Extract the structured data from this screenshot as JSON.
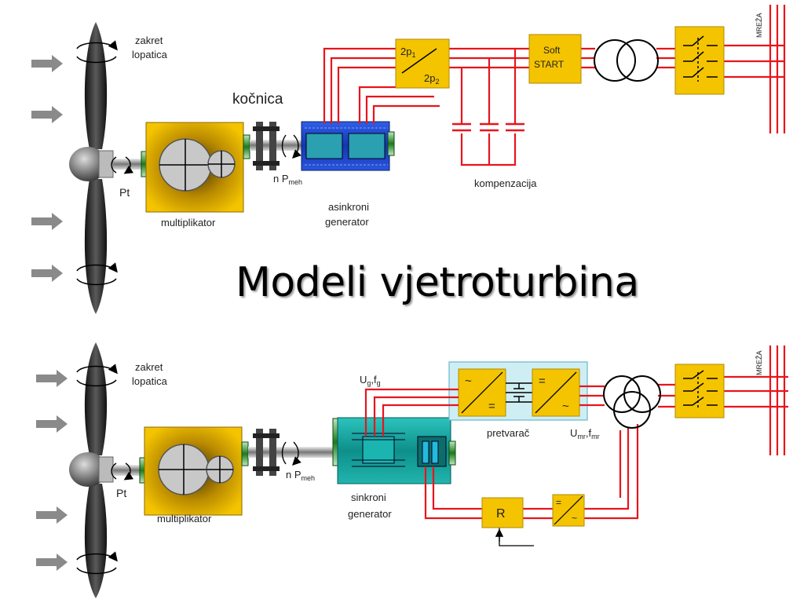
{
  "title": "Modeli vjetroturbina",
  "top": {
    "blade_rotation": [
      "zakret",
      "lopatica"
    ],
    "brake": "kočnica",
    "torque": "Pt",
    "speed_power": {
      "n": "n",
      "p": "P",
      "sub": "meh"
    },
    "gearbox": "multiplikator",
    "generator": [
      "asinkroni",
      "generator"
    ],
    "pole_switch": {
      "top": "2p",
      "top_sub": "1",
      "bottom": "2p",
      "bottom_sub": "2"
    },
    "soft_start": [
      "Soft",
      "START"
    ],
    "compensation": "kompenzacija",
    "grid": "MREŽA"
  },
  "bottom": {
    "blade_rotation": [
      "zakret",
      "lopatica"
    ],
    "torque": "Pt",
    "speed_power": {
      "n": "n",
      "p": "P",
      "sub": "meh"
    },
    "gearbox": "multiplikator",
    "generator": [
      "sinkroni",
      "generator"
    ],
    "gen_voltage": {
      "u": "U",
      "u_sub": "g",
      "f": "f",
      "f_sub": "g"
    },
    "converter": "pretvarač",
    "grid_voltage": {
      "u": "U",
      "u_sub": "mr",
      "f": "f",
      "f_sub": "mr"
    },
    "regulator": "R",
    "ac_symbol": "~",
    "dc_symbol": "=",
    "grid": "MREŽA"
  },
  "colors": {
    "red_line": "#e8141c",
    "yellow_box": "#f4c400",
    "async_generator": "#1f45c8",
    "sync_generator": "#12a4a0",
    "converter_panel": "#cfeef4",
    "wind_arrow": "#8a8a8a"
  }
}
